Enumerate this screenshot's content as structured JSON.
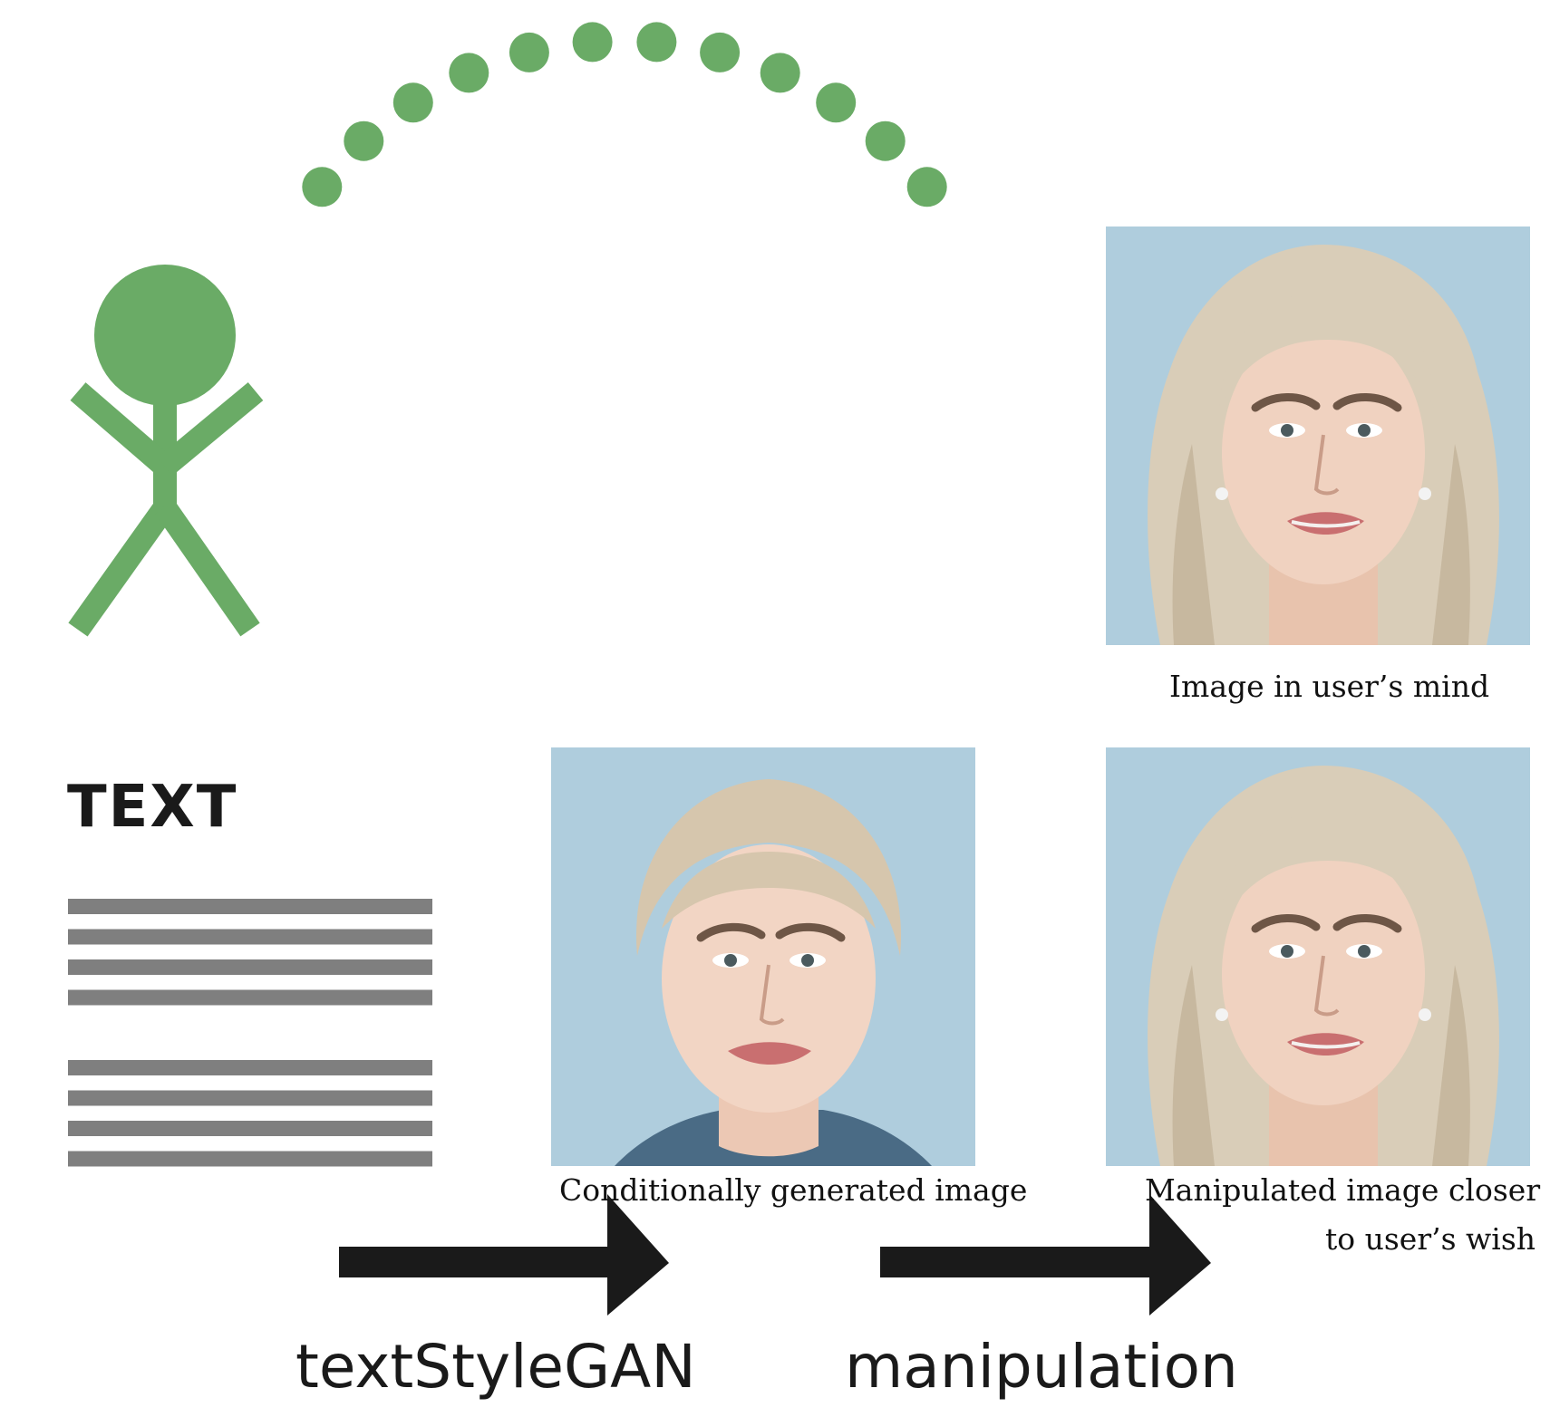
{
  "colors": {
    "accent_green": "#6aab66",
    "text_lines_gray": "#7f7f7f",
    "arrow_black": "#1a1a1a",
    "photo_background": "#afcddd"
  },
  "document_icon": {
    "heading": "TEXT",
    "line_groups": 2,
    "lines_per_group": 4
  },
  "user_icon": "stick-figure-icon",
  "thought_trail": {
    "dot_count": 12
  },
  "images": {
    "target": {
      "caption": "Image in user’s mind",
      "icon": "face-photo-icon"
    },
    "generated": {
      "caption": "Conditionally generated image",
      "icon": "face-photo-icon"
    },
    "manipulated": {
      "caption_line1": "Manipulated image closer",
      "caption_line2": "to user’s wish",
      "icon": "face-photo-icon"
    }
  },
  "steps": [
    {
      "label": "textStyleGAN",
      "icon": "right-arrow-icon"
    },
    {
      "label": "manipulation",
      "icon": "right-arrow-icon"
    }
  ]
}
